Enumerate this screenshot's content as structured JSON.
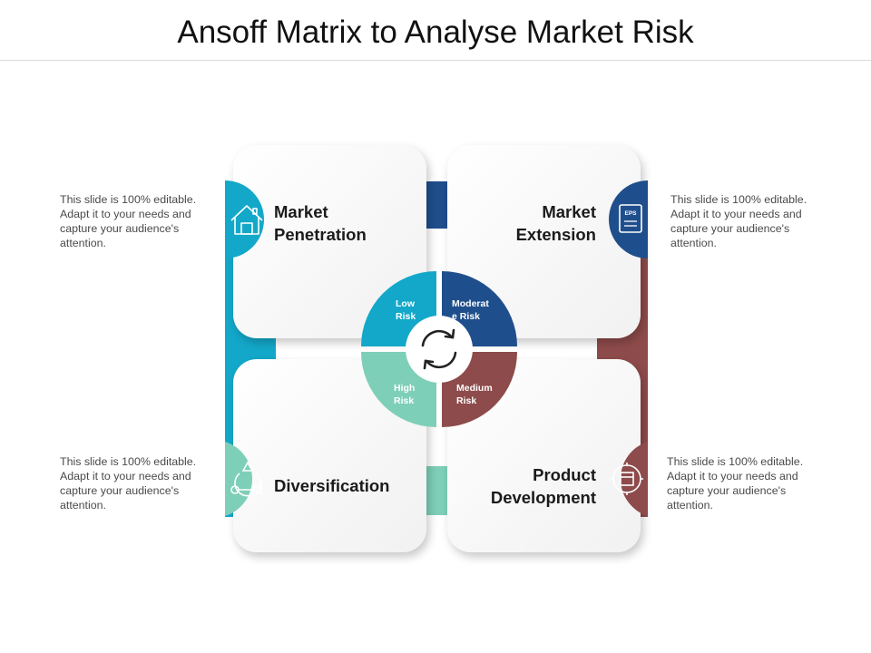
{
  "title": "Ansoff Matrix to Analyse Market Risk",
  "colors": {
    "teal": "#13A8C9",
    "navy": "#1F4E8C",
    "mint": "#7ECFB7",
    "maroon": "#8E4B4B"
  },
  "quadrants": [
    {
      "label_line1": "Market",
      "label_line2": "Penetration",
      "risk_line1": "Low",
      "risk_line2": "Risk",
      "icon": "house-icon",
      "note": "This slide is 100% editable. Adapt it to your needs and capture your audience's attention."
    },
    {
      "label_line1": "Market",
      "label_line2": "Extension",
      "risk_line1": "Moderat",
      "risk_line2": "e Risk",
      "icon": "eps-document-icon",
      "icon_text": "EPS",
      "note": "This slide is 100% editable. Adapt it to your needs and capture your audience's attention."
    },
    {
      "label_line1": "Diversification",
      "risk_line1": "High",
      "risk_line2": "Risk",
      "icon": "shapes-icon",
      "note": "This slide is 100% editable. Adapt it to your needs and capture your audience's attention."
    },
    {
      "label_line1": "Product",
      "label_line2": "Development",
      "risk_line1": "Medium",
      "risk_line2": "Risk",
      "icon": "product-cycle-icon",
      "note": "This slide is 100% editable. Adapt it to your needs and capture your audience's attention."
    }
  ],
  "center_icon": "refresh-icon"
}
